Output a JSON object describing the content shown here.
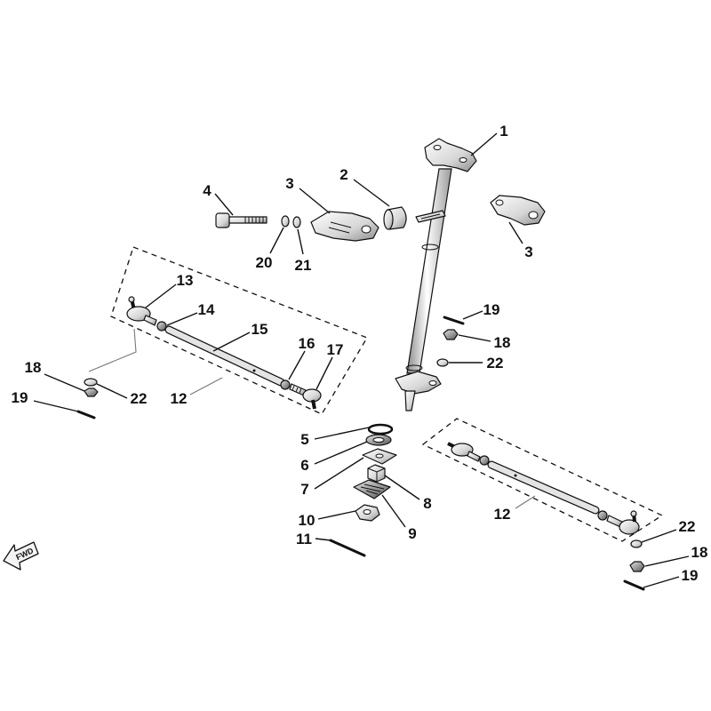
{
  "callouts": [
    "1",
    "2",
    "3",
    "3",
    "4",
    "20",
    "21",
    "13",
    "14",
    "15",
    "16",
    "17",
    "18",
    "19",
    "22",
    "12",
    "19",
    "18",
    "22",
    "5",
    "6",
    "7",
    "8",
    "9",
    "10",
    "11",
    "12",
    "22",
    "18",
    "19"
  ],
  "fwd_label": "FWD"
}
